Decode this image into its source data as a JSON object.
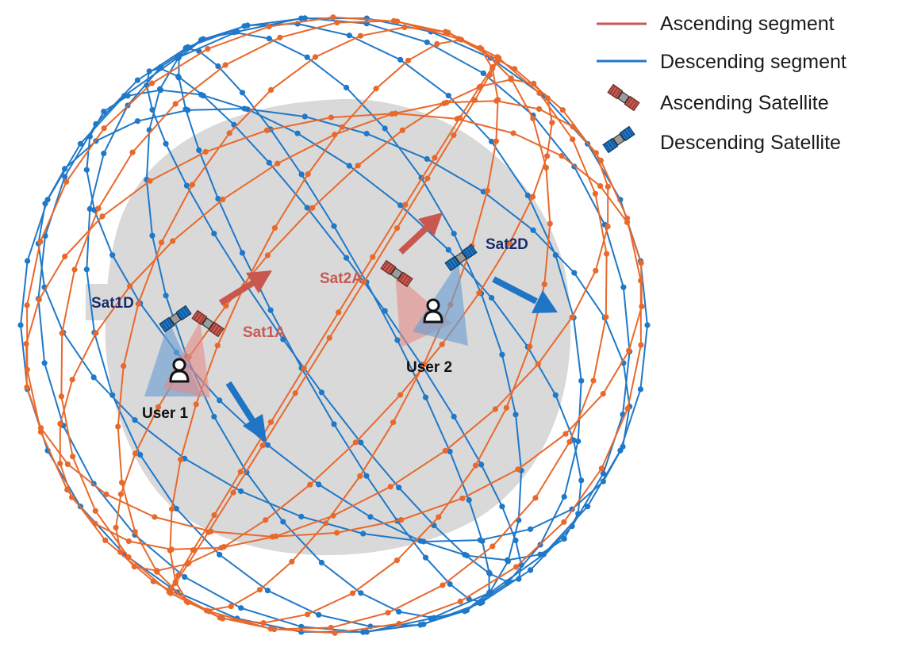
{
  "colors": {
    "ascending": "#e8692c",
    "descending": "#1f78c8",
    "ascending_label": "#c65a55",
    "descending_label": "#1a2d6b",
    "earth": "#d9d9d9",
    "arrow_ascending": "#c8574f",
    "arrow_descending": "#1f74c6"
  },
  "legend": {
    "ascending_segment": "Ascending segment",
    "descending_segment": "Descending segment",
    "ascending_satellite": "Ascending Satellite",
    "descending_satellite": "Descending Satellite"
  },
  "labels": {
    "sat1d": "Sat1D",
    "sat1a": "Sat1A",
    "sat2a": "Sat2A",
    "sat2d": "Sat2D",
    "user1": "User 1",
    "user2": "User 2"
  },
  "icons": {
    "user": "user-icon",
    "ascending_satellite": "satellite-icon",
    "descending_satellite": "satellite-icon"
  }
}
